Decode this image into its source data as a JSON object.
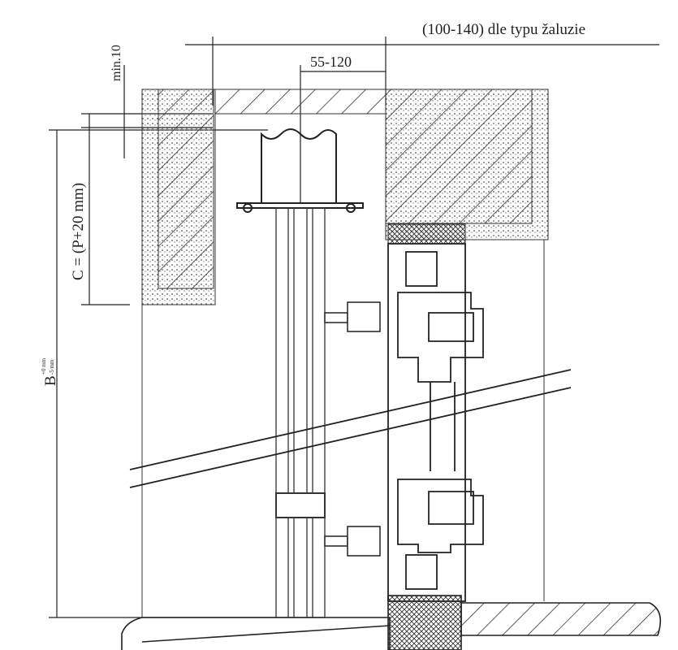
{
  "diagram": {
    "title": "Window section with external blind guide rail",
    "dimensions": {
      "top_width": "(100-140) dle typu žaluzie",
      "rail_offset": "55-120",
      "min_gap": "min.10",
      "c_height": "C = (P+20 mm)",
      "b_height": "B",
      "b_tol_plus": "+0 mm",
      "b_tol_minus": "-5 mm"
    }
  }
}
